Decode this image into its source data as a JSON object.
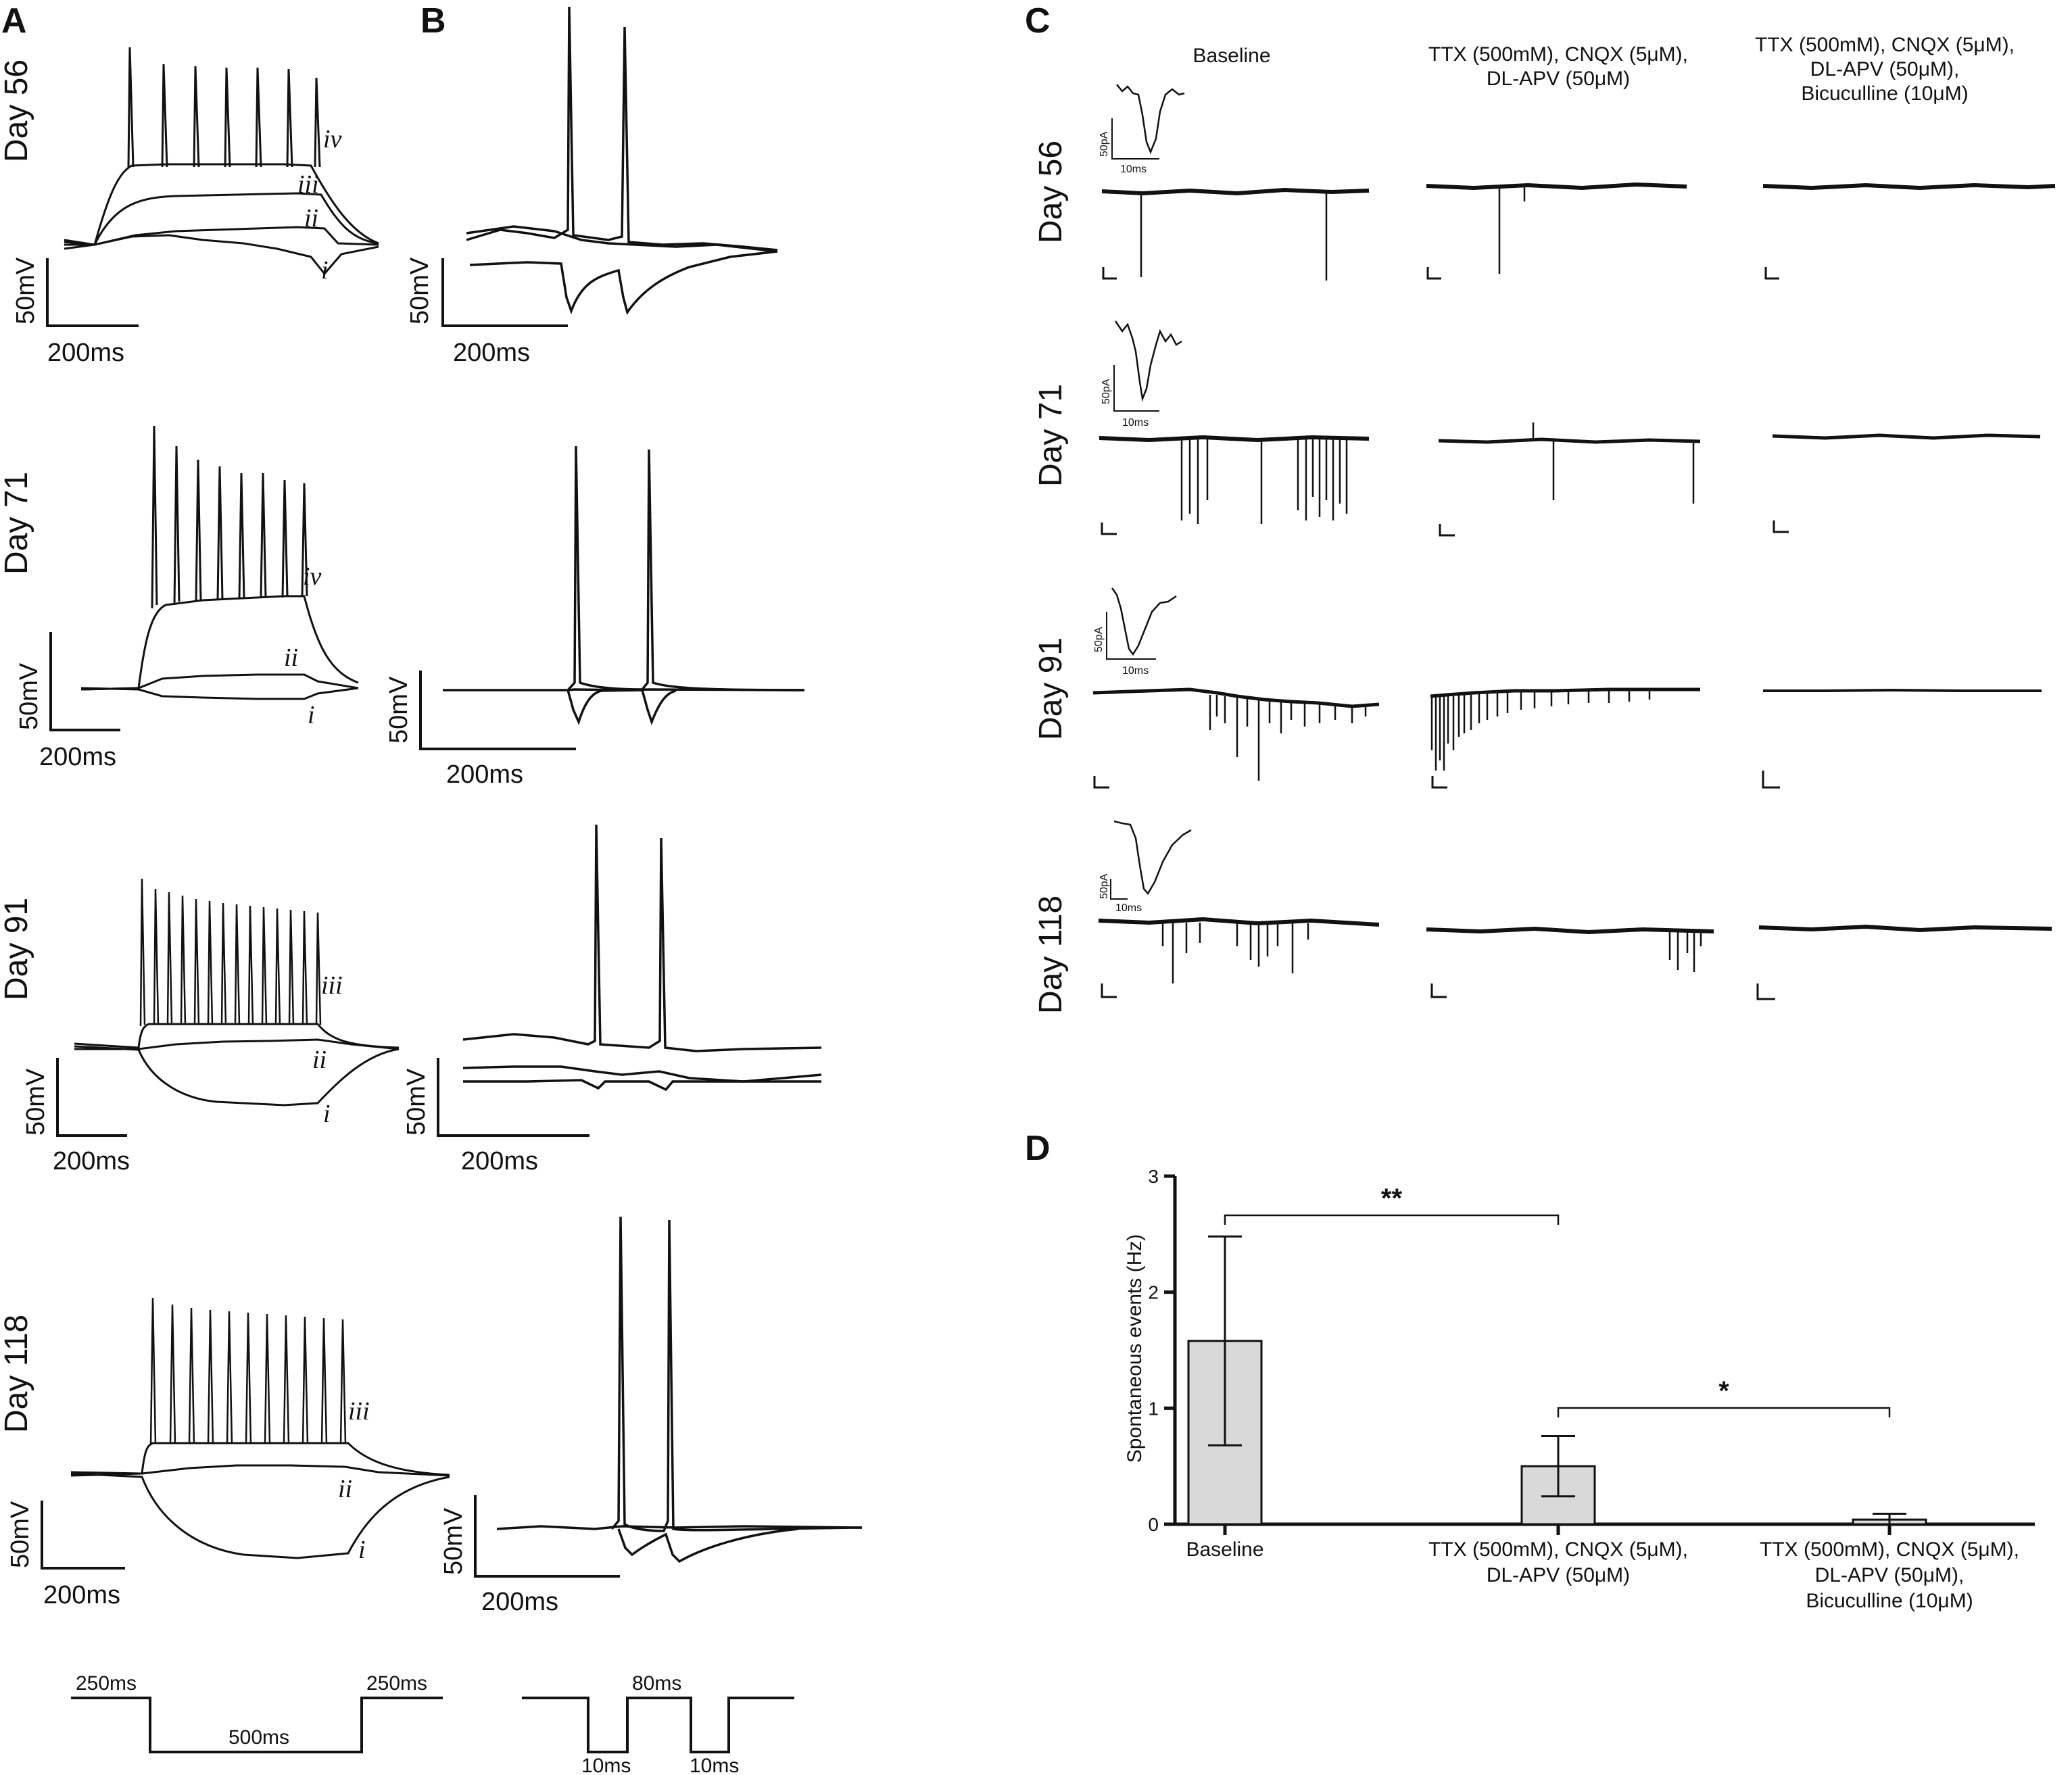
{
  "panels": {
    "a": "A",
    "b": "B",
    "c": "C",
    "d": "D"
  },
  "days": [
    "Day 56",
    "Day 71",
    "Day 91",
    "Day 118"
  ],
  "scale": {
    "voltage": "50mV",
    "time": "200ms",
    "current_inset": "50pA",
    "time_inset": "10ms"
  },
  "trace_labels": {
    "i": "i",
    "ii": "ii",
    "iii": "iii",
    "iv": "iv"
  },
  "conditions": {
    "baseline": "Baseline",
    "cond2_line1": "TTX (500mM), CNQX (5μM),",
    "cond2_line2": "DL-APV (50μM)",
    "cond3_line1": "TTX (500mM), CNQX (5μM),",
    "cond3_line2": "DL-APV (50μM),",
    "cond3_line3": "Bicuculline (10μM)"
  },
  "protocol": {
    "a_pre": "250ms",
    "a_step": "500ms",
    "a_post": "250ms",
    "b_interval": "80ms",
    "b_pulse1": "10ms",
    "b_pulse2": "10ms"
  },
  "colors": {
    "trace": "#111111",
    "bar_fill": "#d9d9d9"
  },
  "chart_data": {
    "type": "bar",
    "categories": [
      "Baseline",
      "TTX (500mM), CNQX (5μM), DL-APV (50μM)",
      "TTX (500mM), CNQX (5μM), DL-APV (50μM), Bicuculline (10μM)"
    ],
    "values": [
      1.58,
      0.5,
      0.04
    ],
    "error": [
      0.9,
      0.26,
      0.05
    ],
    "ylabel": "Spontaneous events (Hz)",
    "xlabel": "",
    "ylim": [
      0,
      3
    ],
    "yticks": [
      0,
      1,
      2,
      3
    ],
    "significance": [
      {
        "from": 0,
        "to": 1,
        "label": "**"
      },
      {
        "from": 1,
        "to": 2,
        "label": "*"
      }
    ]
  }
}
